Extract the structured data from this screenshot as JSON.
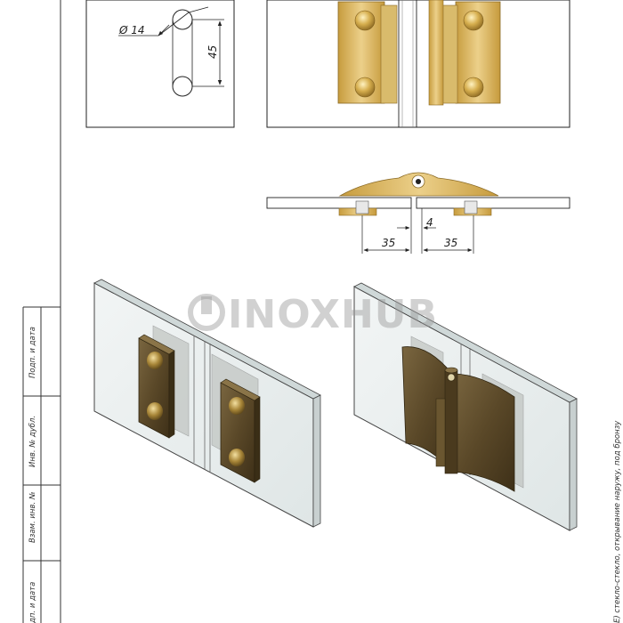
{
  "drawing": {
    "dimensions": {
      "hole_diameter": "Ø 14",
      "hole_spacing": "45",
      "gap": "4",
      "offset_left": "35",
      "offset_right": "35"
    },
    "watermark": "INOXHUB",
    "title_block": {
      "field_1": "Подп. и дата",
      "field_2": "Инв. № дубл.",
      "field_3": "Взам. инв. №",
      "field_4": "дп. и дата"
    },
    "side_note": "Е) стекло-стекло, открывание наружу, под бронзу"
  },
  "colors": {
    "brass": "#d8b45a",
    "bronze": "#5c4a2c",
    "glass": "#e6ecec",
    "line": "#222222"
  }
}
